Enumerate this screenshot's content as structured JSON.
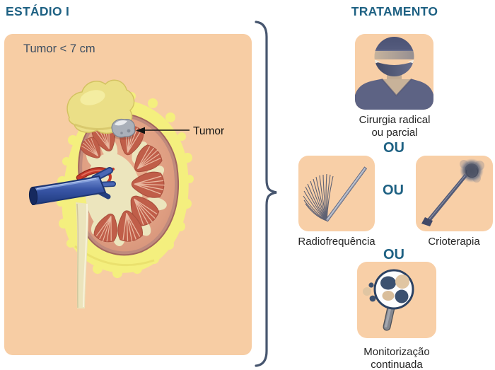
{
  "stage": {
    "title": "ESTÁDIO I",
    "panel_label": "Tumor < 7 cm",
    "callout_label": "Tumor",
    "illustration": "kidney-cross-section-with-small-tumor"
  },
  "treatment": {
    "title": "TRATAMENTO",
    "or_label": "OU",
    "options": [
      {
        "id": "surgery",
        "icon": "surgeon-icon",
        "label_line1": "Cirurgia radical",
        "label_line2": "ou parcial"
      },
      {
        "id": "radiofrequency",
        "icon": "radiofrequency-probe-icon",
        "label_line1": "Radiofrequência",
        "label_line2": ""
      },
      {
        "id": "cryotherapy",
        "icon": "cryotherapy-probe-icon",
        "label_line1": "Crioterapia",
        "label_line2": ""
      },
      {
        "id": "monitoring",
        "icon": "magnifier-cells-icon",
        "label_line1": "Monitorização",
        "label_line2": "continuada"
      }
    ]
  },
  "colors": {
    "accent_teal": "#1e6183",
    "panel_peach": "#f7cda4",
    "box_peach": "#f8cfa7",
    "brace_slate": "#47566f",
    "fat_yellow": "#f4ef7e",
    "label_text": "#262626"
  }
}
